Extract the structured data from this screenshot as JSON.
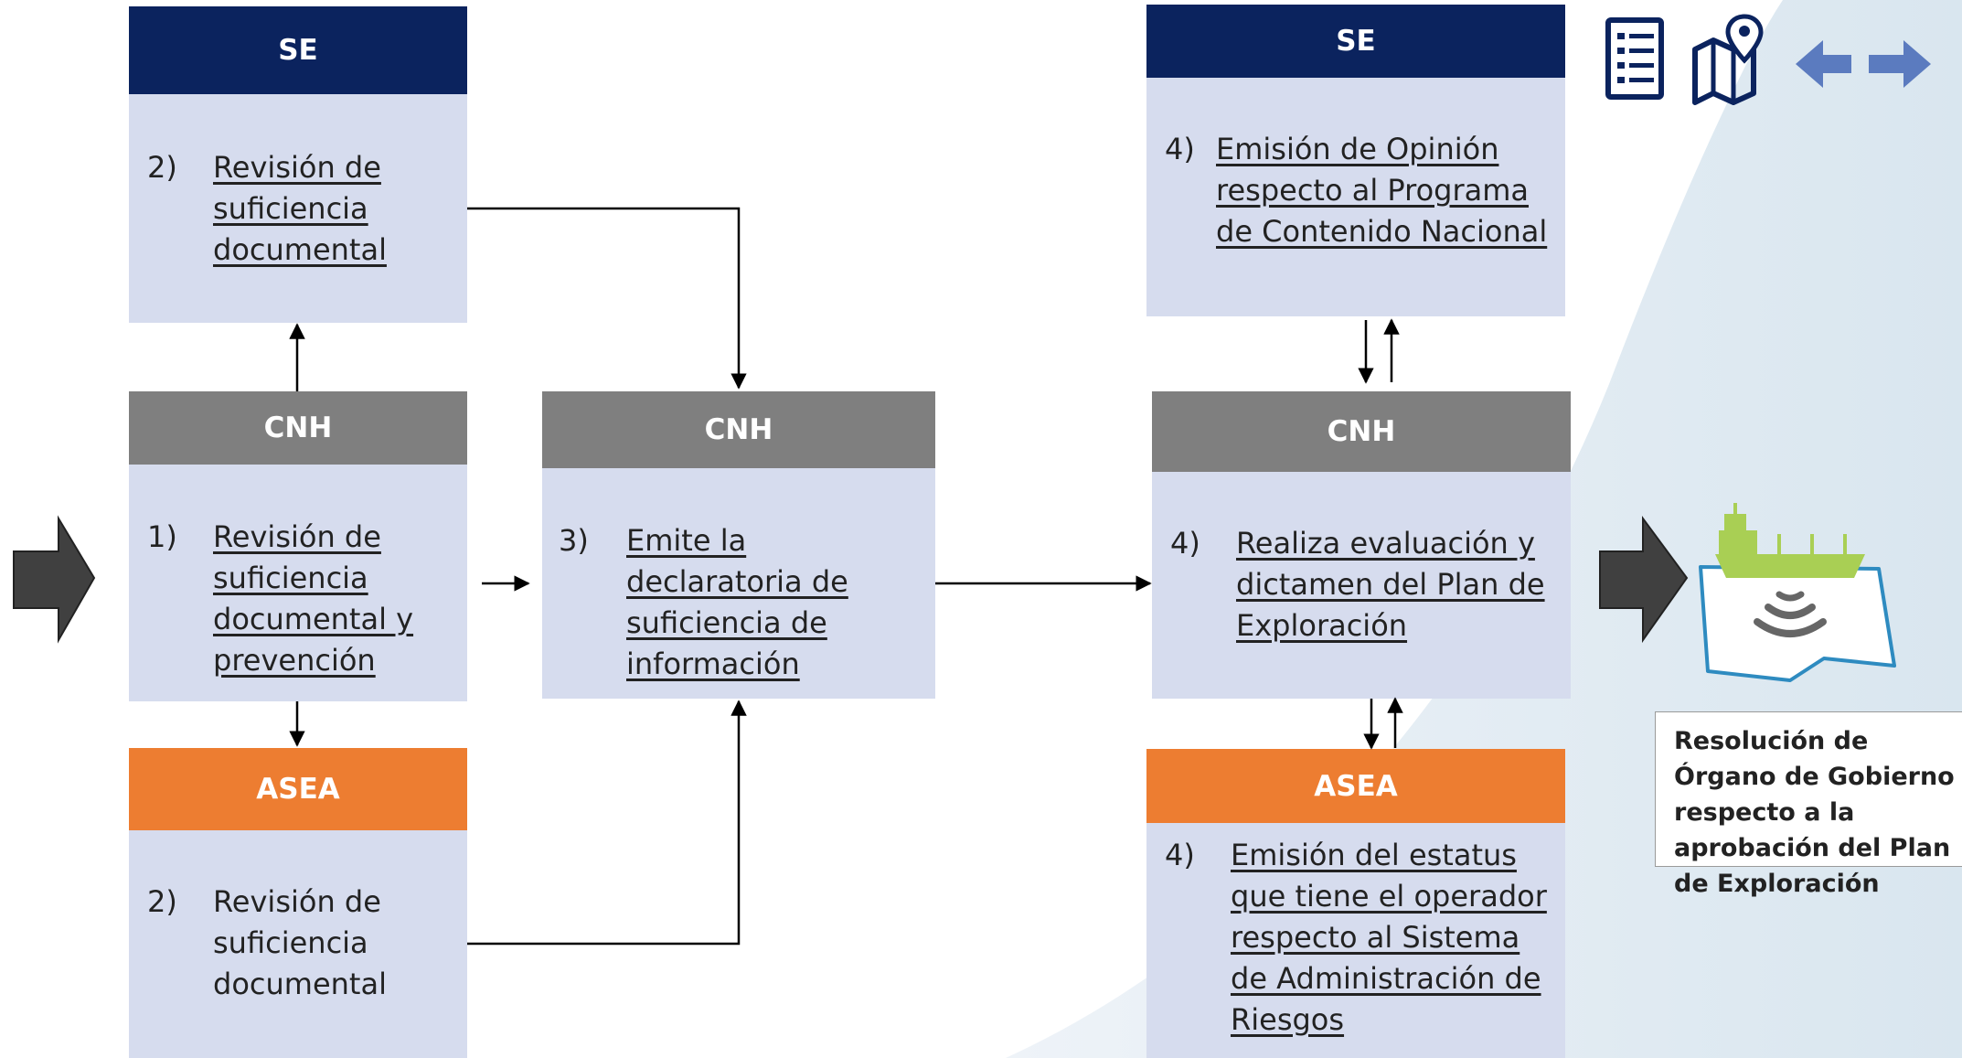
{
  "colors": {
    "se": "#0b235e",
    "cnh": "#7f7f7f",
    "asea": "#ed7d31",
    "box_body": "#d6dcee",
    "nav_icons": "#5b7bbf"
  },
  "boxes": {
    "se_left": {
      "header": "SE",
      "num": "2)",
      "text": "Revisión de suficiencia documental"
    },
    "cnh_left": {
      "header": "CNH",
      "num": "1)",
      "text": "Revisión de suficiencia documental y prevención"
    },
    "asea_left": {
      "header": "ASEA",
      "num": "2)",
      "text": "Revisión de suficiencia documental"
    },
    "cnh_mid": {
      "header": "CNH",
      "num": "3)",
      "text": "Emite la declaratoria de suficiencia de información"
    },
    "se_right": {
      "header": "SE",
      "num": "4)",
      "text": "Emisión de Opinión respecto al Programa de Contenido Nacional"
    },
    "cnh_right": {
      "header": "CNH",
      "num": "4)",
      "text": "Realiza evaluación y dictamen del Plan de Exploración"
    },
    "asea_right": {
      "header": "ASEA",
      "num": "4)",
      "text": "Emisión del estatus que tiene el operador respecto al Sistema de Administración de Riesgos"
    }
  },
  "result": {
    "caption": "Resolución de Órgano de Gobierno respecto a la aprobación del Plan de Exploración"
  },
  "nav_icons": [
    "list-icon",
    "map-pin-icon",
    "arrow-left-icon",
    "arrow-right-icon"
  ]
}
